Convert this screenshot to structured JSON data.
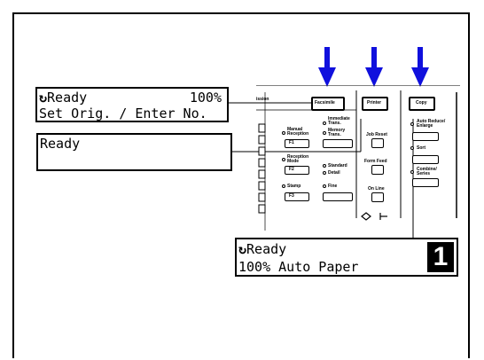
{
  "lcd_fax": {
    "status": "Ready",
    "percent": "100%",
    "line2": "Set Orig. / Enter No."
  },
  "lcd_printer": {
    "status": "Ready"
  },
  "lcd_copy": {
    "status": "Ready",
    "line2": "100% Auto Paper",
    "counter": "1"
  },
  "panel": {
    "left_tab": "ission",
    "facsimile": "Facsimile",
    "printer": "Printer",
    "copy": "Copy",
    "immediate": "Immediate Trans.",
    "manual": "Manual Reception",
    "memory": "Memory Trans.",
    "job_reset": "Job Reset",
    "f1": "F1",
    "reception_mode": "Reception Mode",
    "standard": "Standard",
    "detail": "Detail",
    "form_feed": "Form Feed",
    "f2": "F2",
    "stamp": "Stamp",
    "fine": "Fine",
    "on_line": "On Line",
    "f3": "F3",
    "auto_reduce": "Auto Reduce/ Enlarge",
    "sort": "Sort",
    "combine": "Combine/ Series"
  },
  "colors": {
    "arrow": "#1010dd",
    "ink": "#000000"
  }
}
